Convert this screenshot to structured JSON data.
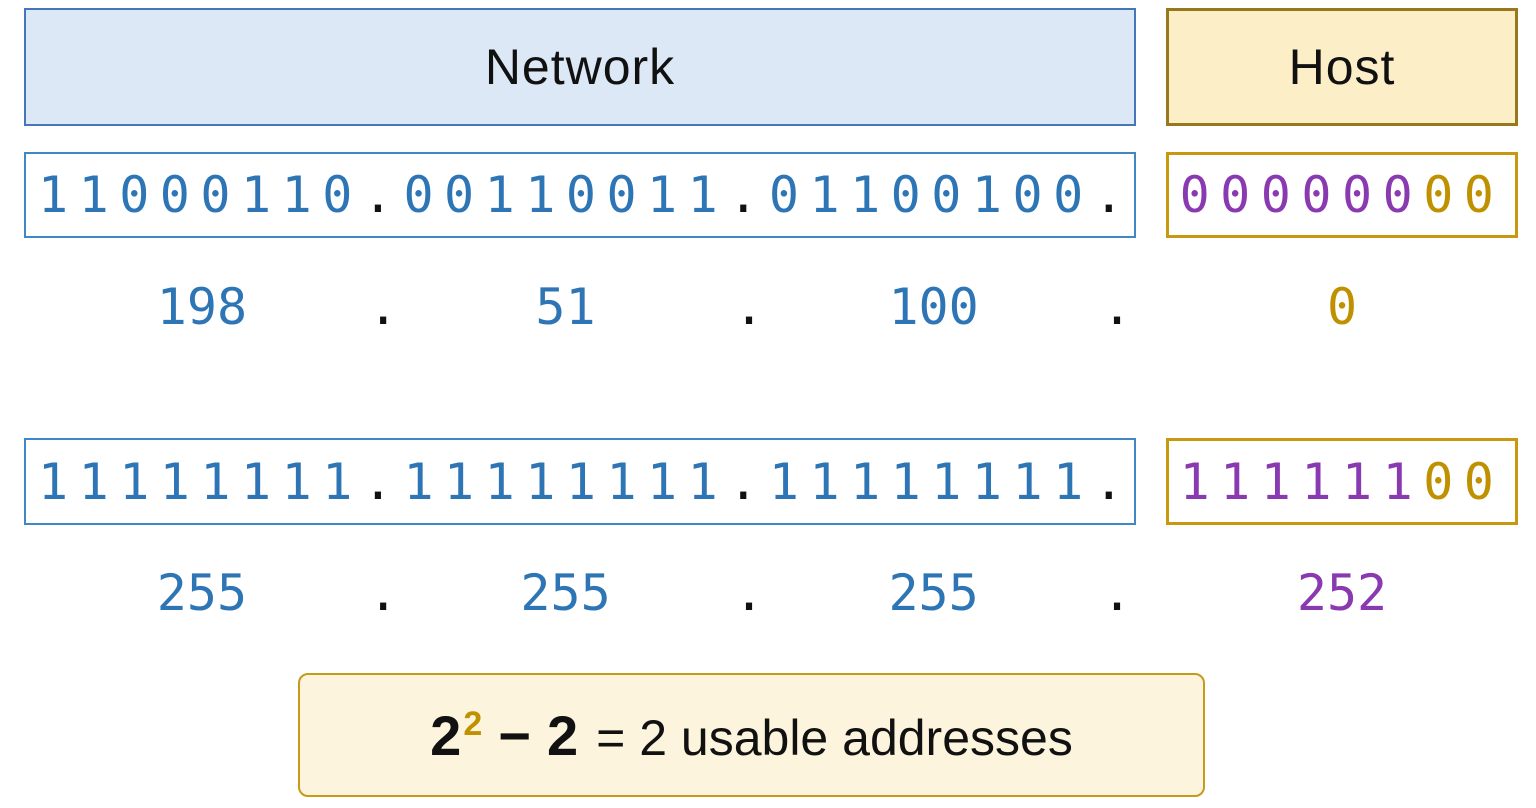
{
  "headers": {
    "network_label": "Network",
    "host_label": "Host"
  },
  "binary_address": {
    "octet1": "11000110",
    "dot1": ".",
    "octet2": "00110011",
    "dot2": ".",
    "octet3": "01100100",
    "dot3": ".",
    "host_subnet_bits": "000000",
    "host_bits": "00"
  },
  "decimal_address": {
    "octet1": "198",
    "dot1": ".",
    "octet2": "51",
    "dot2": ".",
    "octet3": "100",
    "dot3": ".",
    "host_octet": "0"
  },
  "binary_mask": {
    "octet1": "11111111",
    "dot1": ".",
    "octet2": "11111111",
    "dot2": ".",
    "octet3": "11111111",
    "dot3": ".",
    "host_subnet_bits": "111111",
    "host_bits": "00"
  },
  "decimal_mask": {
    "octet1": "255",
    "dot1": ".",
    "octet2": "255",
    "dot2": ".",
    "octet3": "255",
    "dot3": ".",
    "host_octet": "252"
  },
  "formula": {
    "power_base": "2",
    "power_exponent": "2",
    "operator": "−",
    "subtrahend": "2",
    "equals_text": "= 2 usable addresses"
  },
  "colors": {
    "page_bg": "#FFFFFF",
    "network_text": "#2E75B6",
    "subnet_text": "#8A3AB0",
    "host_text": "#BF9100",
    "dot_text": "#111111",
    "network_header_fill": "#DCE8F6",
    "network_header_border": "#4576B9",
    "host_header_fill": "#FCEFC8",
    "host_header_border": "#97781C",
    "binary_network_border": "#4187C6",
    "binary_host_border": "#C8980F",
    "formula_fill": "#FCF4DC",
    "formula_border": "#C79A1A"
  }
}
